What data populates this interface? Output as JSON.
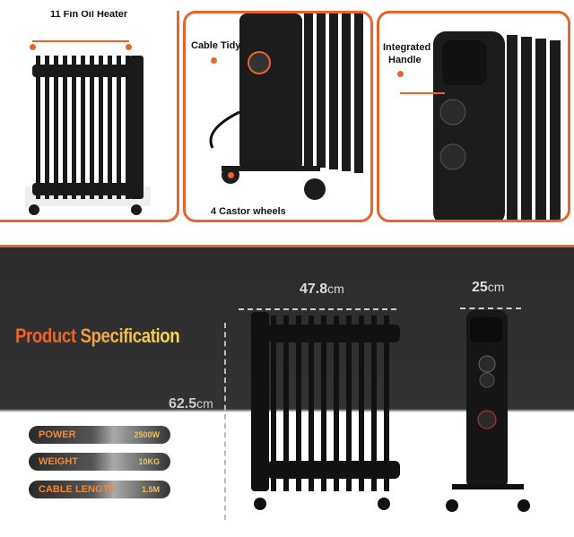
{
  "panels": [
    {
      "label": "11 Fin Oil Heater"
    },
    {
      "labels": [
        "Cable Tidy",
        "4 Castor wheels"
      ]
    },
    {
      "label_line1": "Integrated",
      "label_line2": "Handle"
    }
  ],
  "spec": {
    "title_part1": "Product ",
    "title_part2": "Specification",
    "width_value": "47.8",
    "width_unit": "cm",
    "depth_value": "25",
    "depth_unit": "cm",
    "height_value": "62.5",
    "height_unit": "cm",
    "rows": [
      {
        "key": "POWER",
        "value": "2500W"
      },
      {
        "key": "WEIGHT",
        "value": "10KG"
      },
      {
        "key": "CABLE LENGTH",
        "value": "1.5M"
      }
    ]
  },
  "colors": {
    "accent": "#e8642a",
    "title_start": "#e8642a",
    "title_end": "#f5e04a"
  }
}
